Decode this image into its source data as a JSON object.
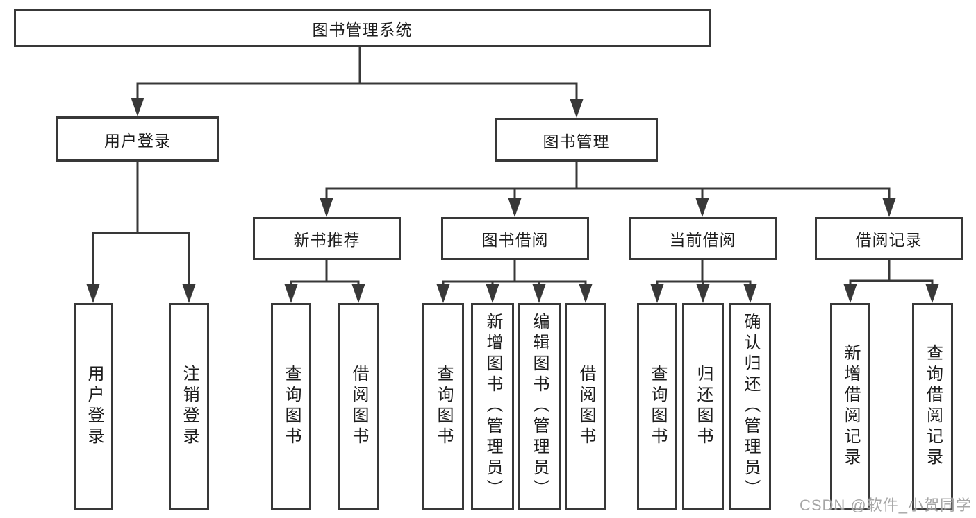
{
  "diagram": {
    "type": "hierarchy-tree",
    "colors": {
      "line": "#383838",
      "border": "#383838",
      "text": "#1d1d1d",
      "background": "#ffffff",
      "watermark": "#9e9e9e"
    }
  },
  "tree": {
    "root": {
      "label": "图书管理系统",
      "children": [
        {
          "label": "用户登录",
          "children": [
            {
              "label": "用户登录"
            },
            {
              "label": "注销登录"
            }
          ]
        },
        {
          "label": "图书管理",
          "children": [
            {
              "label": "新书推荐",
              "children": [
                {
                  "label": "查询图书"
                },
                {
                  "label": "借阅图书"
                }
              ]
            },
            {
              "label": "图书借阅",
              "children": [
                {
                  "label": "查询图书"
                },
                {
                  "label": "新增图书（管理员）"
                },
                {
                  "label": "编辑图书（管理员）"
                },
                {
                  "label": "借阅图书"
                }
              ]
            },
            {
              "label": "当前借阅",
              "children": [
                {
                  "label": "查询图书"
                },
                {
                  "label": "归还图书"
                },
                {
                  "label": "确认归还（管理员）"
                }
              ]
            },
            {
              "label": "借阅记录",
              "children": [
                {
                  "label": "新增借阅记录"
                },
                {
                  "label": "查询借阅记录"
                }
              ]
            }
          ]
        }
      ]
    }
  },
  "watermark": {
    "text": "CSDN @软件_小贺同学"
  }
}
